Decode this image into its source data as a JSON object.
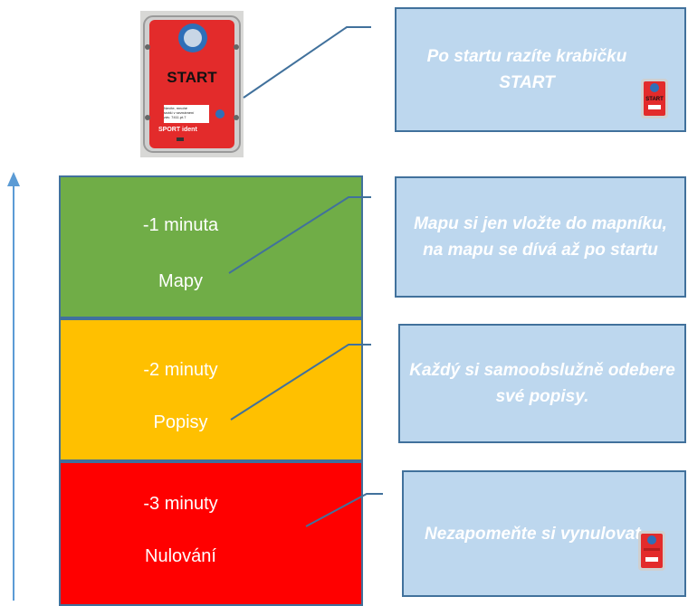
{
  "photo": {
    "label": "START",
    "small_text": "Nevíte, mnohé\nsnáší v seznámení\nzáv. 7411.pt.7",
    "brand": "SPORT ident"
  },
  "blocks": [
    {
      "time": "-1 minuta",
      "name": "Mapy",
      "color": "#70ad47"
    },
    {
      "time": "-2 minuty",
      "name": "Popisy",
      "color": "#ffc000"
    },
    {
      "time": "-3 minuty",
      "name": "Nulování",
      "color": "#ff0000"
    }
  ],
  "callouts": [
    {
      "text": "Po startu razíte krabičku START"
    },
    {
      "text": "Mapu si jen vložte do mapníku, na mapu se dívá až po startu"
    },
    {
      "text": "Každý si samoobslužně odebere své popisy."
    },
    {
      "text": "Nezapomeňte si vynulovat."
    }
  ],
  "colors": {
    "arrow": "#5b9bd5",
    "callout_fill": "#bdd7ee",
    "border": "#41719c",
    "start_box": "#e32b2b"
  }
}
